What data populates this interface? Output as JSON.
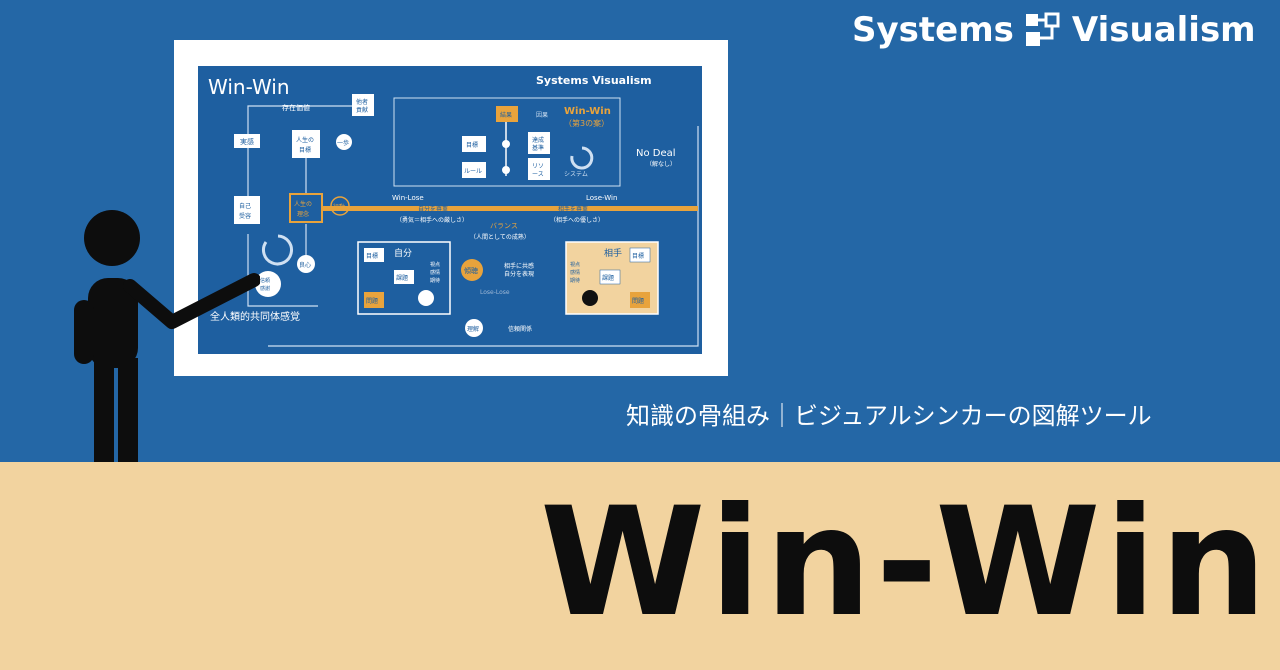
{
  "brand": {
    "name_part1": "Systems",
    "name_part2": "Visualism"
  },
  "subtitle": "知識の骨組み｜ビジュアルシンカーの図解ツール",
  "main_title": "Win-Win",
  "colors": {
    "header_background": "#2467a6",
    "footer_background": "#f2d39f",
    "diagram_background": "#1e5fa0",
    "accent_gold": "#e8a33c",
    "text_white": "#ffffff",
    "title_text": "#0d0d0d"
  },
  "diagram": {
    "title": "Win-Win",
    "brand": "Systems Visualism",
    "labels": {
      "existence_value": "存在価値",
      "contribution": "他者\n貢献",
      "practice": "実感",
      "life_goal": "人生の\n目標",
      "one_step": "一歩",
      "self_acceptance": "自己\n受容",
      "life_philosophy": "人生の\n理念",
      "action": "行動",
      "trust_gratitude": "信頼\n感謝",
      "conscience": "良心",
      "community": "全人類的共同体感覚",
      "result": "結果",
      "cause_effect": "因果",
      "win_win": "Win-Win",
      "third_option": "（第3の案）",
      "goal": "目標",
      "achievement_criteria": "達成\n基準",
      "rule": "ルール",
      "resource": "リソ\nース",
      "system": "システム",
      "no_deal": "No Deal",
      "no_deal_sub": "（解なし）",
      "win_lose": "Win-Lose",
      "lose_win": "Lose-Win",
      "respect_self": "自分を尊重",
      "respect_self_sub": "（勇気＝相手への厳しさ）",
      "respect_other": "相手を尊重",
      "respect_other_sub": "（相手への優しさ）",
      "balance": "バランス",
      "balance_sub": "（人間としての成熟）",
      "self": "自分",
      "other": "相手",
      "issue": "課題",
      "problem": "問題",
      "viewpoint": "視点\n感情\n期待",
      "listening": "傾聴",
      "empathy": "相手に共感\n自分を表現",
      "lose_lose": "Lose-Lose",
      "understanding": "理解",
      "trust_relation": "信頼関係"
    }
  }
}
